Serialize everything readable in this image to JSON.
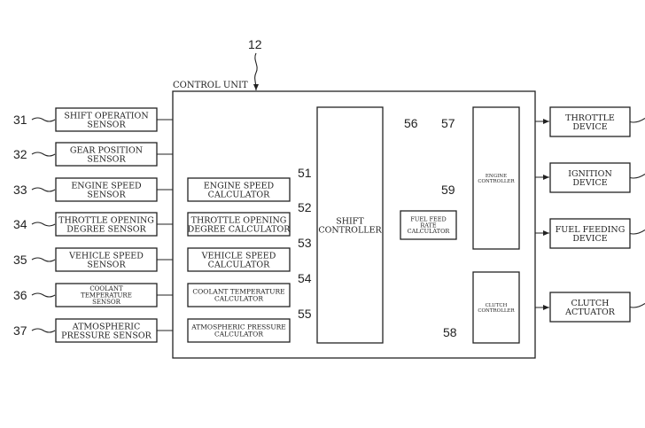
{
  "figure_ref": "12",
  "control_unit_label": "CONTROL UNIT",
  "sensors": [
    {
      "ref": "31",
      "lines": [
        "SHIFT OPERATION",
        "SENSOR"
      ]
    },
    {
      "ref": "32",
      "lines": [
        "GEAR POSITION",
        "SENSOR"
      ]
    },
    {
      "ref": "33",
      "lines": [
        "ENGINE SPEED",
        "SENSOR"
      ]
    },
    {
      "ref": "34",
      "lines": [
        "THROTTLE OPENING",
        "DEGREE SENSOR"
      ]
    },
    {
      "ref": "35",
      "lines": [
        "VEHICLE SPEED",
        "SENSOR"
      ]
    },
    {
      "ref": "36",
      "lines": [
        "COOLANT",
        "TEMPERATURE",
        "SENSOR"
      ]
    },
    {
      "ref": "37",
      "lines": [
        "ATMOSPHERIC",
        "PRESSURE SENSOR"
      ]
    }
  ],
  "calculators": [
    {
      "ref": "51",
      "lines": [
        "ENGINE SPEED",
        "CALCULATOR"
      ]
    },
    {
      "ref": "52",
      "lines": [
        "THROTTLE OPENING",
        "DEGREE CALCULATOR"
      ]
    },
    {
      "ref": "53",
      "lines": [
        "VEHICLE SPEED",
        "CALCULATOR"
      ]
    },
    {
      "ref": "54",
      "lines": [
        "COOLANT TEMPERATURE",
        "CALCULATOR"
      ]
    },
    {
      "ref": "55",
      "lines": [
        "ATMOSPHERIC PRESSURE",
        "CALCULATOR"
      ]
    }
  ],
  "shift_controller": {
    "ref": "56",
    "lines": [
      "SHIFT",
      "CONTROLLER"
    ]
  },
  "engine_controller": {
    "ref": "57",
    "lines": [
      "ENGINE",
      "CONTROLLER"
    ]
  },
  "clutch_controller": {
    "ref": "58",
    "lines": [
      "CLUTCH",
      "CONTROLLER"
    ]
  },
  "fuel_calculator": {
    "ref": "59",
    "lines": [
      "FUEL FEED",
      "RATE",
      "CALCULATOR"
    ]
  },
  "outputs": [
    {
      "lines": [
        "THROTTLE",
        "DEVICE"
      ]
    },
    {
      "lines": [
        "IGNITION",
        "DEVICE"
      ]
    },
    {
      "lines": [
        "FUEL FEEDING",
        "DEVICE"
      ]
    },
    {
      "lines": [
        "CLUTCH",
        "ACTUATOR"
      ]
    }
  ]
}
